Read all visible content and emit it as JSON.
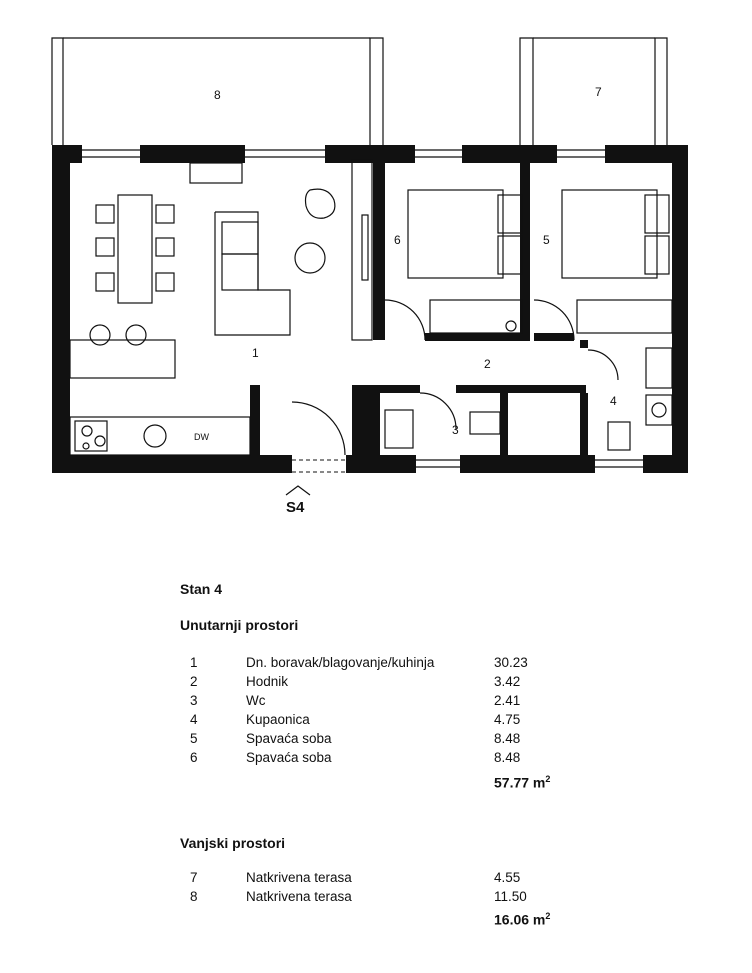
{
  "plan": {
    "room_labels": [
      "1",
      "2",
      "3",
      "4",
      "5",
      "6",
      "7",
      "8"
    ],
    "kitchen_label": "DW",
    "entrance_label": "S4"
  },
  "title": "Stan 4",
  "interior": {
    "heading": "Unutarnji prostori",
    "rows": [
      {
        "num": "1",
        "name": "Dn. boravak/blagovanje/kuhinja",
        "area": "30.23"
      },
      {
        "num": "2",
        "name": "Hodnik",
        "area": "3.42"
      },
      {
        "num": "3",
        "name": "Wc",
        "area": "2.41"
      },
      {
        "num": "4",
        "name": "Kupaonica",
        "area": "4.75"
      },
      {
        "num": "5",
        "name": "Spavaća soba",
        "area": "8.48"
      },
      {
        "num": "6",
        "name": "Spavaća soba",
        "area": "8.48"
      }
    ],
    "total": "57.77 m",
    "unit_sup": "2"
  },
  "exterior": {
    "heading": "Vanjski prostori",
    "rows": [
      {
        "num": "7",
        "name": "Natkrivena terasa",
        "area": "4.55"
      },
      {
        "num": "8",
        "name": "Natkrivena terasa",
        "area": "11.50"
      }
    ],
    "total": "16.06 m",
    "unit_sup": "2"
  }
}
